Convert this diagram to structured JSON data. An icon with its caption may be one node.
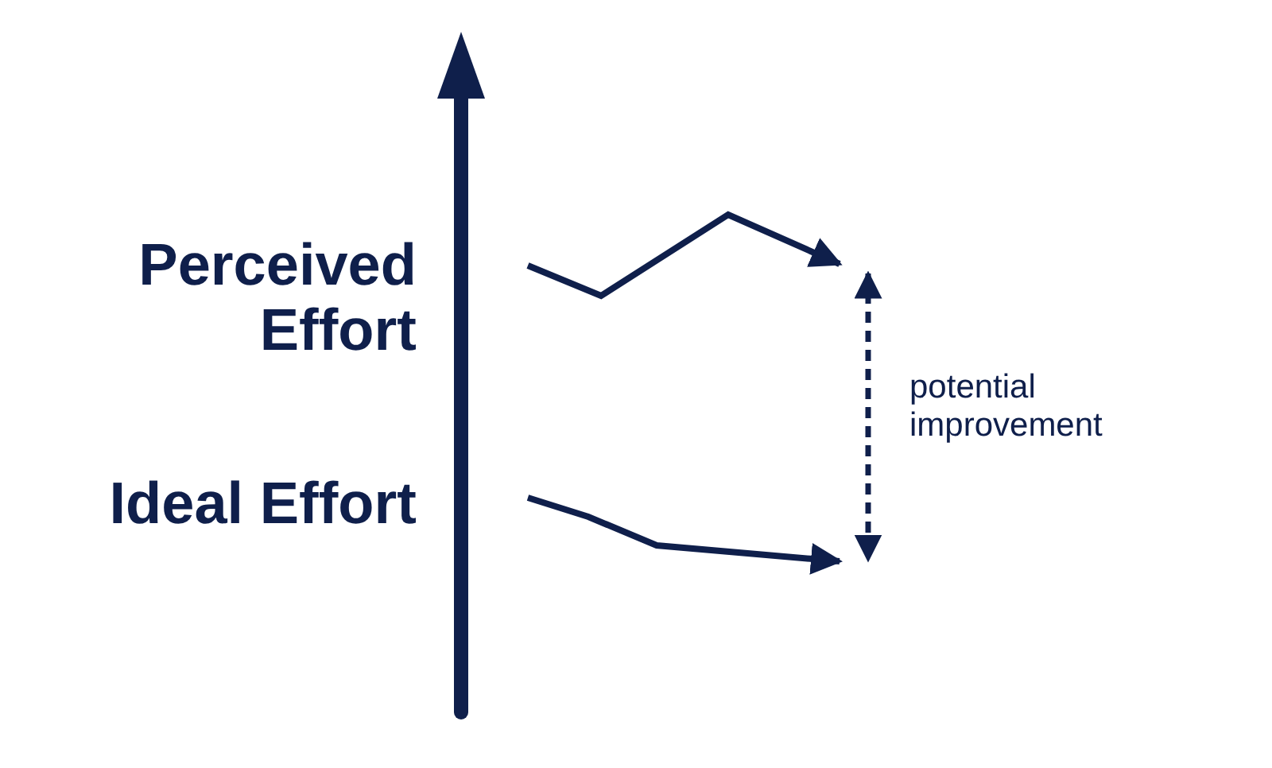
{
  "diagram": {
    "labels": [
      "Perceived Effort",
      "Ideal Effort",
      "potential improvement"
    ]
  }
}
